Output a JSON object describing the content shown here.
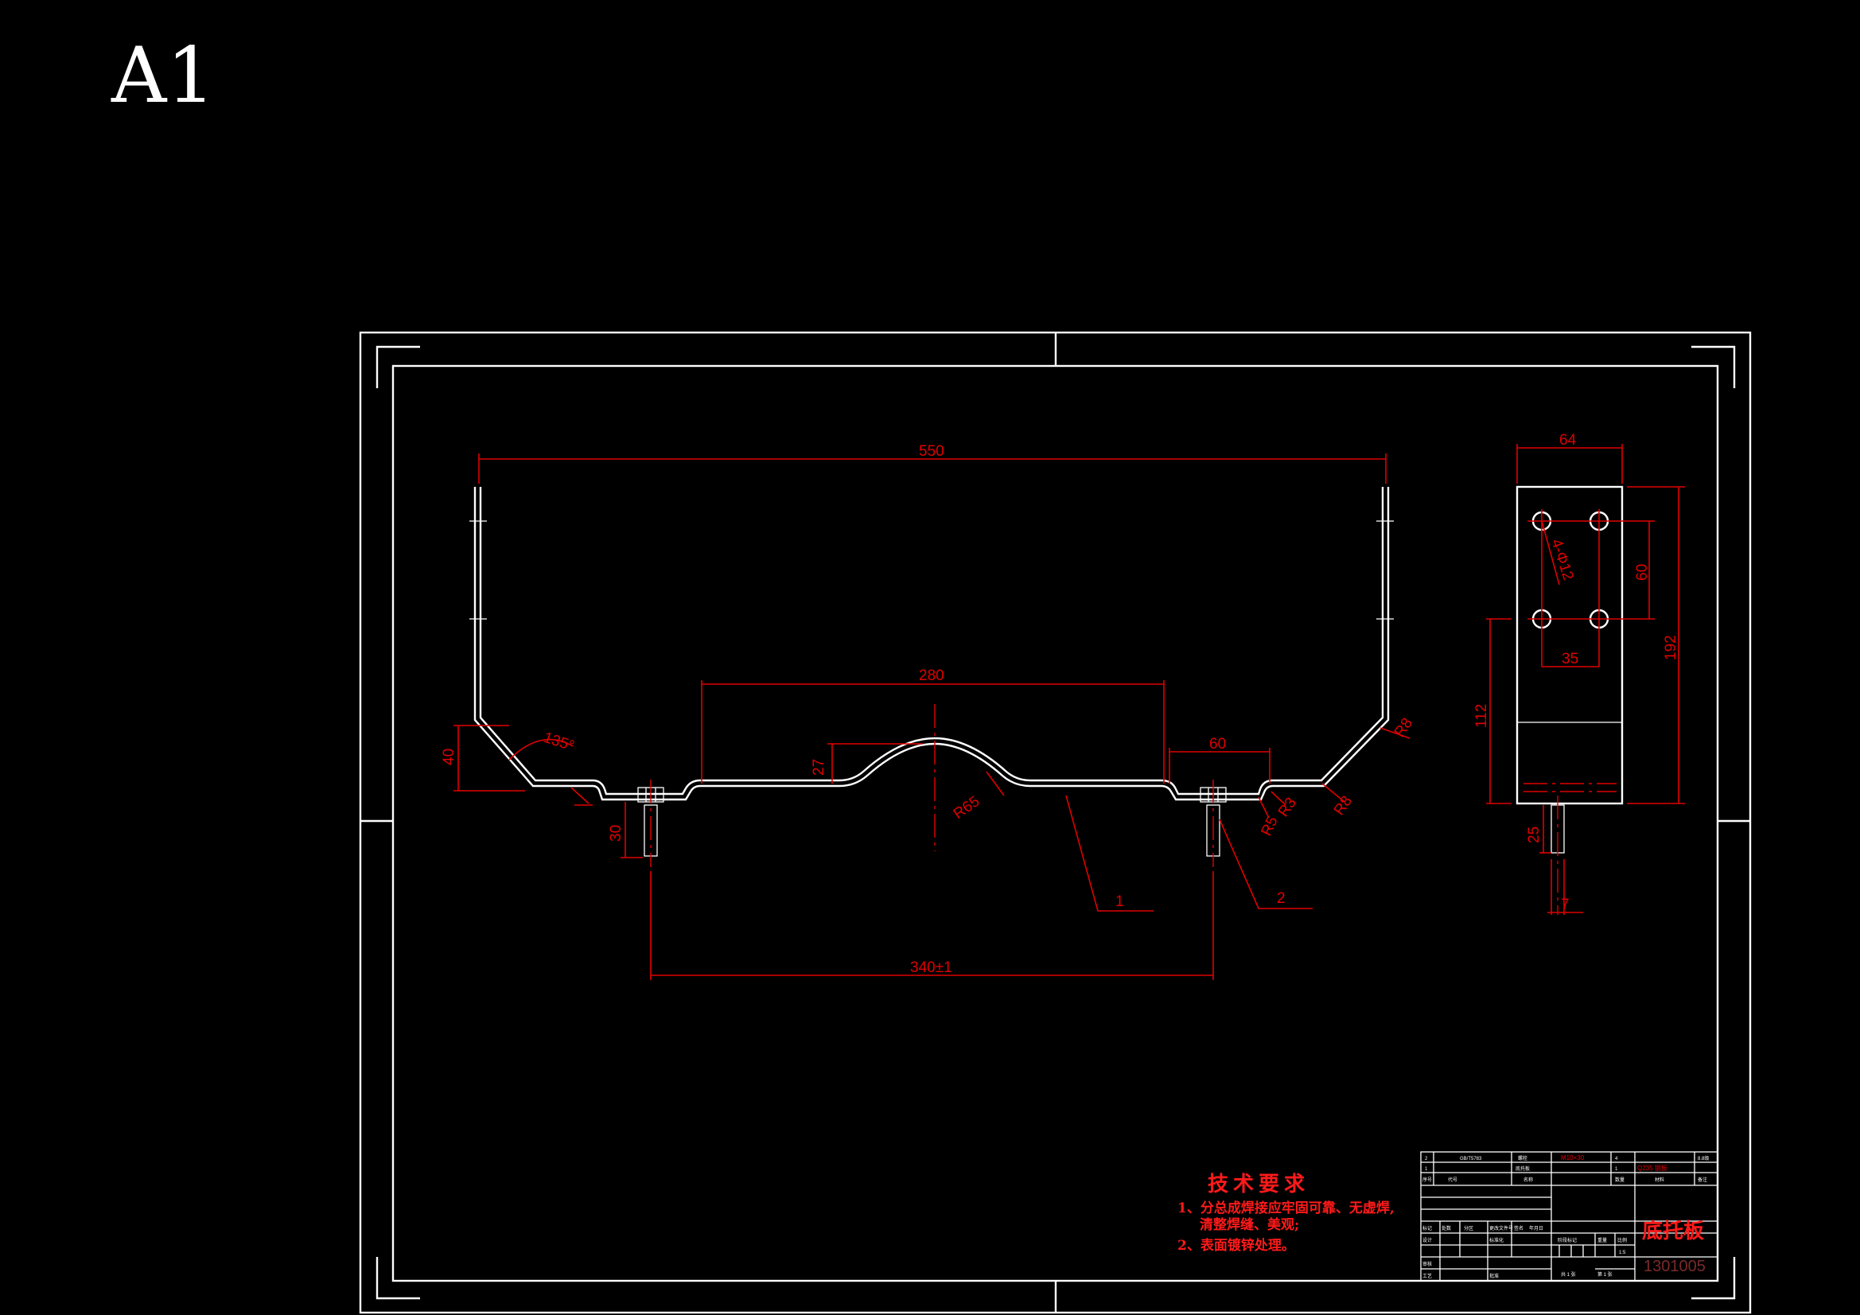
{
  "sheet_size": "A1",
  "dimensions": {
    "overall_width": "550",
    "middle_span": "280",
    "hole_spacing": "340±1",
    "flange_width": "60",
    "side_height": "40",
    "arch_height": "27",
    "bolt_length": "30",
    "angle": "135°",
    "arch_radius": "R65",
    "bend_radius_r8_top": "R8",
    "bend_radius_r8_bottom": "R8",
    "bend_radius_r3": "R3",
    "bend_radius_r5": "R5",
    "side_view_width": "64",
    "hole_pattern": "4-Φ12",
    "hole_vertical_spacing": "60",
    "hole_horizontal_spacing": "35",
    "side_view_height": "192",
    "side_view_hole_height": "112",
    "side_bolt_length": "25",
    "side_bolt_dia": "7"
  },
  "balloons": {
    "part_1": "1",
    "part_2": "2"
  },
  "tech_requirements": {
    "title": "技术要求",
    "line1": "1、分总成焊接应牢固可靠、无虚焊,",
    "line1b": "清整焊缝、美观;",
    "line2": "2、表面镀锌处理。"
  },
  "title_block": {
    "drawing_name": "底托板",
    "drawing_code": "1301005",
    "bom_row1": [
      "2",
      "GB/T5783",
      "螺栓",
      "M10×30",
      "4",
      "",
      "",
      "8.8级"
    ],
    "bom_row2": [
      "1",
      "",
      "底托板",
      "",
      "1",
      "",
      "Q235 钢板",
      ""
    ],
    "header_cells": [
      "序号",
      "代号",
      "名称",
      "数量",
      "材料",
      "备注"
    ],
    "sign_cells": [
      "标记",
      "处数",
      "分区",
      "更改文件号",
      "签名",
      "年月日",
      "设计",
      "标准化",
      "审核",
      "工艺",
      "批准"
    ],
    "stage_cells": [
      "阶段标记",
      "重量",
      "比例",
      "1:5"
    ],
    "sheet_cells": [
      "共 1 张",
      "第 1 张"
    ]
  },
  "colors": {
    "background": "#000000",
    "outline": "#ffffff",
    "dimension": "#e00000"
  }
}
